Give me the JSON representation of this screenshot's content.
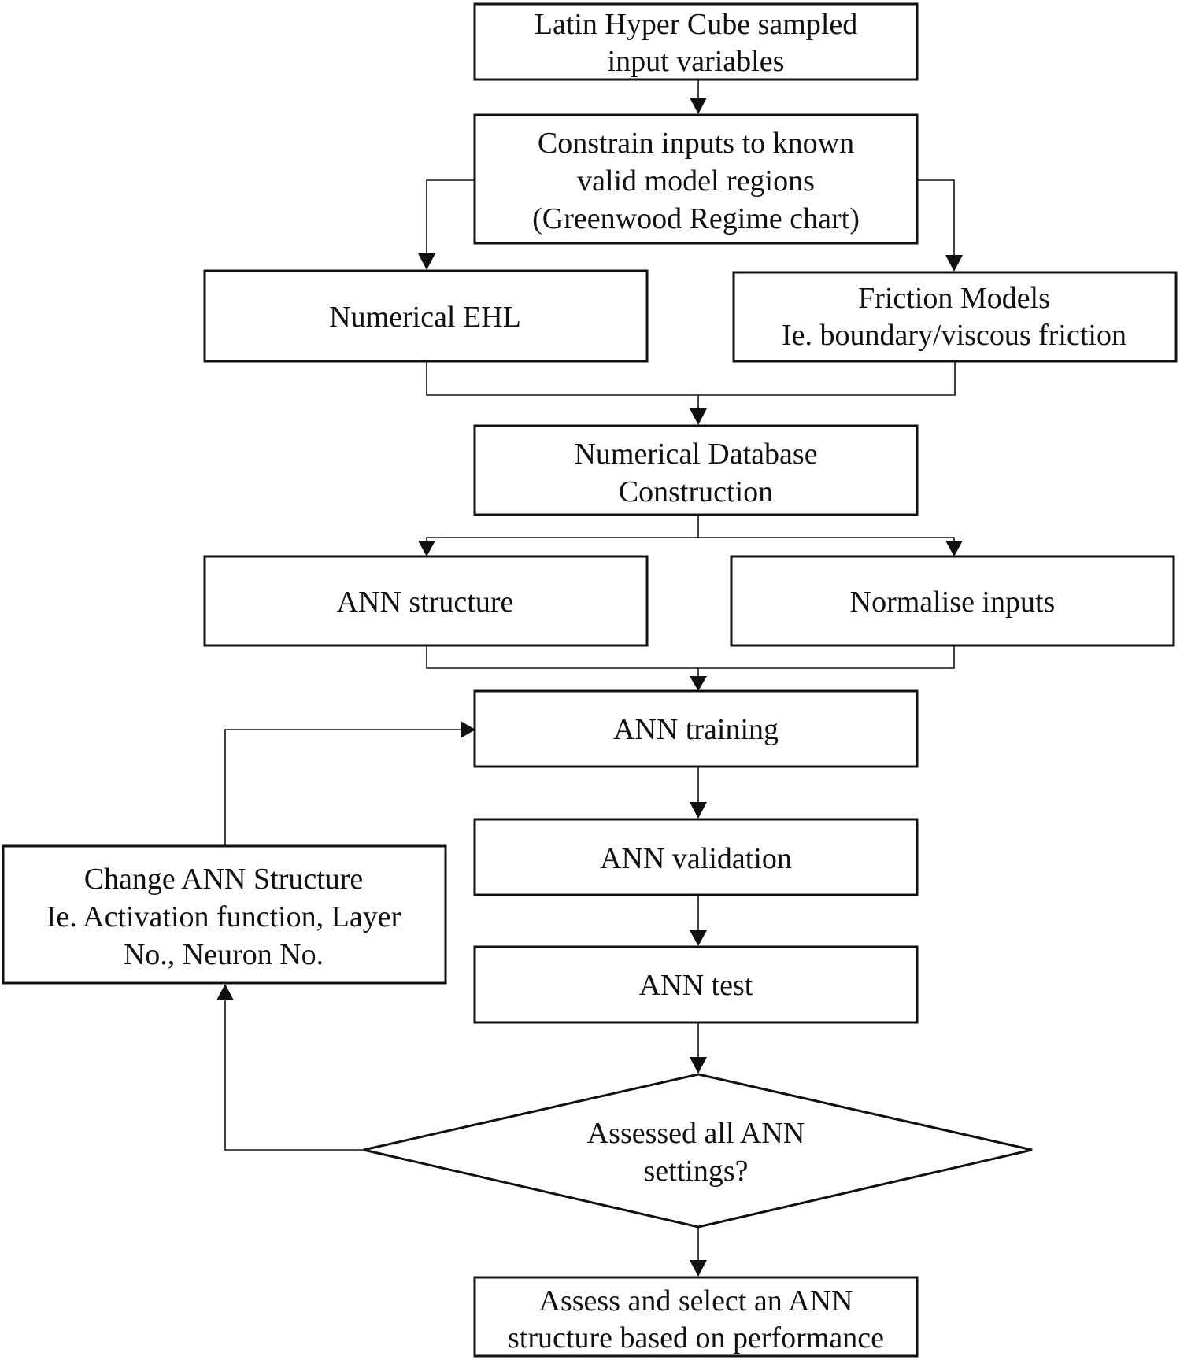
{
  "nodes": {
    "lhs": {
      "lines": [
        "Latin Hyper Cube sampled",
        "input variables"
      ]
    },
    "constrain": {
      "lines": [
        "Constrain inputs to known",
        "valid model regions",
        "(Greenwood Regime chart)"
      ]
    },
    "ehl": {
      "lines": [
        "Numerical EHL"
      ]
    },
    "friction": {
      "lines": [
        "Friction Models",
        "Ie. boundary/viscous friction"
      ]
    },
    "database": {
      "lines": [
        "Numerical Database",
        "Construction"
      ]
    },
    "structure": {
      "lines": [
        "ANN structure"
      ]
    },
    "normalise": {
      "lines": [
        "Normalise inputs"
      ]
    },
    "training": {
      "lines": [
        "ANN training"
      ]
    },
    "validation": {
      "lines": [
        "ANN validation"
      ]
    },
    "test": {
      "lines": [
        "ANN test"
      ]
    },
    "change": {
      "lines": [
        "Change ANN Structure",
        "Ie. Activation function, Layer",
        "No., Neuron No."
      ]
    },
    "decision": {
      "lines": [
        "Assessed all ANN",
        "settings?"
      ]
    },
    "select": {
      "lines": [
        "Assess and select an ANN",
        "structure based on performance"
      ]
    }
  }
}
